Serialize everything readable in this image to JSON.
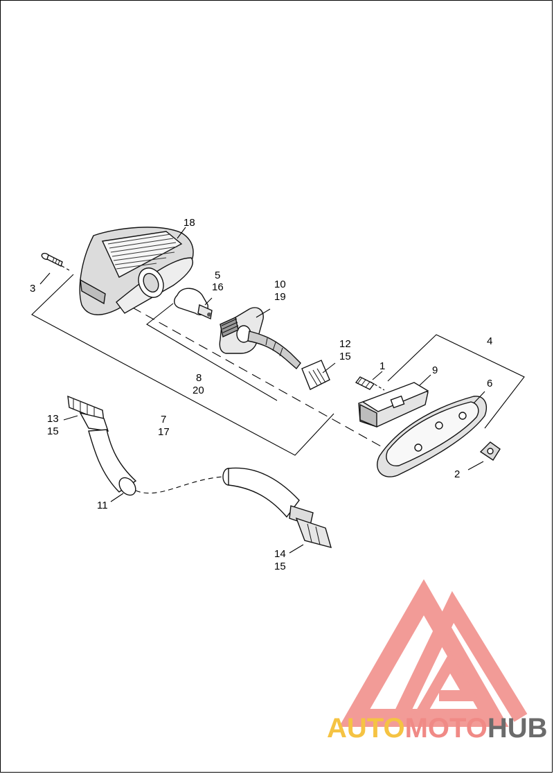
{
  "labels": {
    "l1": "1",
    "l2": "2",
    "l3": "3",
    "l4": "4",
    "l5": "5",
    "l6": "6",
    "l7": "7",
    "l8": "8",
    "l9": "9",
    "l10": "10",
    "l11": "11",
    "l12": "12",
    "l13": "13",
    "l14": "14",
    "l15a": "15",
    "l15b": "15",
    "l15c": "15",
    "l16": "16",
    "l17": "17",
    "l18": "18",
    "l19": "19",
    "l20": "20"
  },
  "watermark": {
    "part1": "AUTO",
    "part2": "MOTO",
    "part3": "HUB",
    "color_yellow": "#f5c343",
    "color_red": "#f08a86",
    "color_gray": "#6b6b6b"
  }
}
